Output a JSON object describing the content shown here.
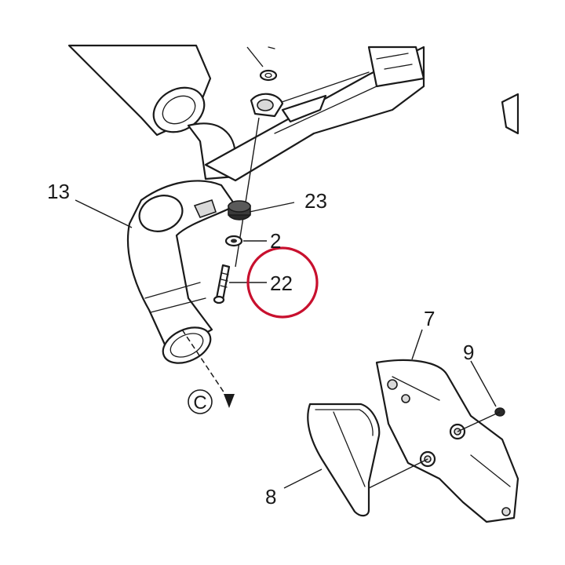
{
  "diagram": {
    "type": "exploded-parts-diagram",
    "callouts": [
      {
        "id": "13",
        "label": "13"
      },
      {
        "id": "23",
        "label": "23"
      },
      {
        "id": "2",
        "label": "2"
      },
      {
        "id": "22",
        "label": "22",
        "highlighted": true
      },
      {
        "id": "7",
        "label": "7"
      },
      {
        "id": "9",
        "label": "9"
      },
      {
        "id": "8",
        "label": "8"
      }
    ],
    "connector_marker": "C",
    "highlight_color": "#c8102e",
    "line_color": "#1a1a1a"
  }
}
